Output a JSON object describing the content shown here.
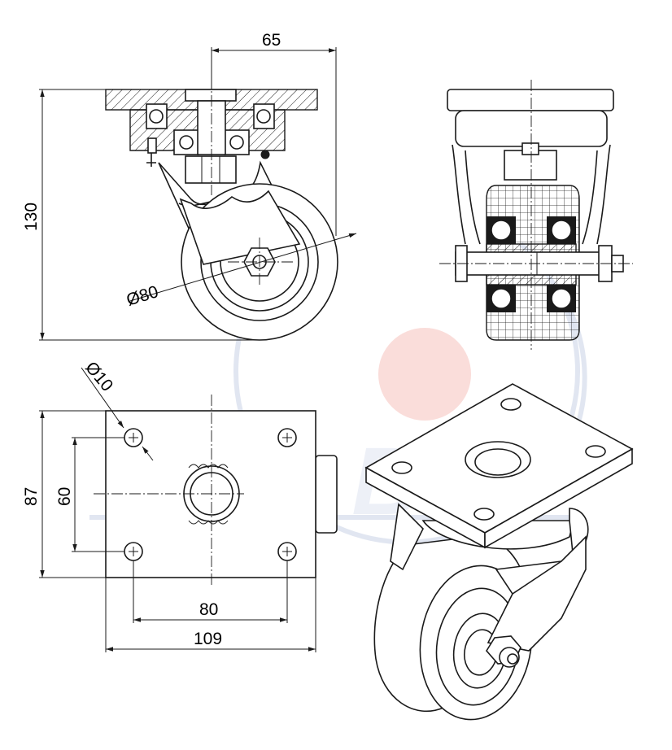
{
  "drawing": {
    "dimensions": {
      "top_width": "65",
      "height": "130",
      "wheel_diameter": "Ø80",
      "hole_diameter": "Ø10",
      "plate_height": "87",
      "hole_vertical_spacing": "60",
      "hole_horizontal_spacing": "80",
      "plate_width": "109"
    },
    "watermark": {
      "text": "ZABI",
      "accent_color": "#f3b4ad",
      "ring_color": "#c9d2e6"
    },
    "colors": {
      "line": "#1a1a1a",
      "background": "#ffffff"
    }
  }
}
